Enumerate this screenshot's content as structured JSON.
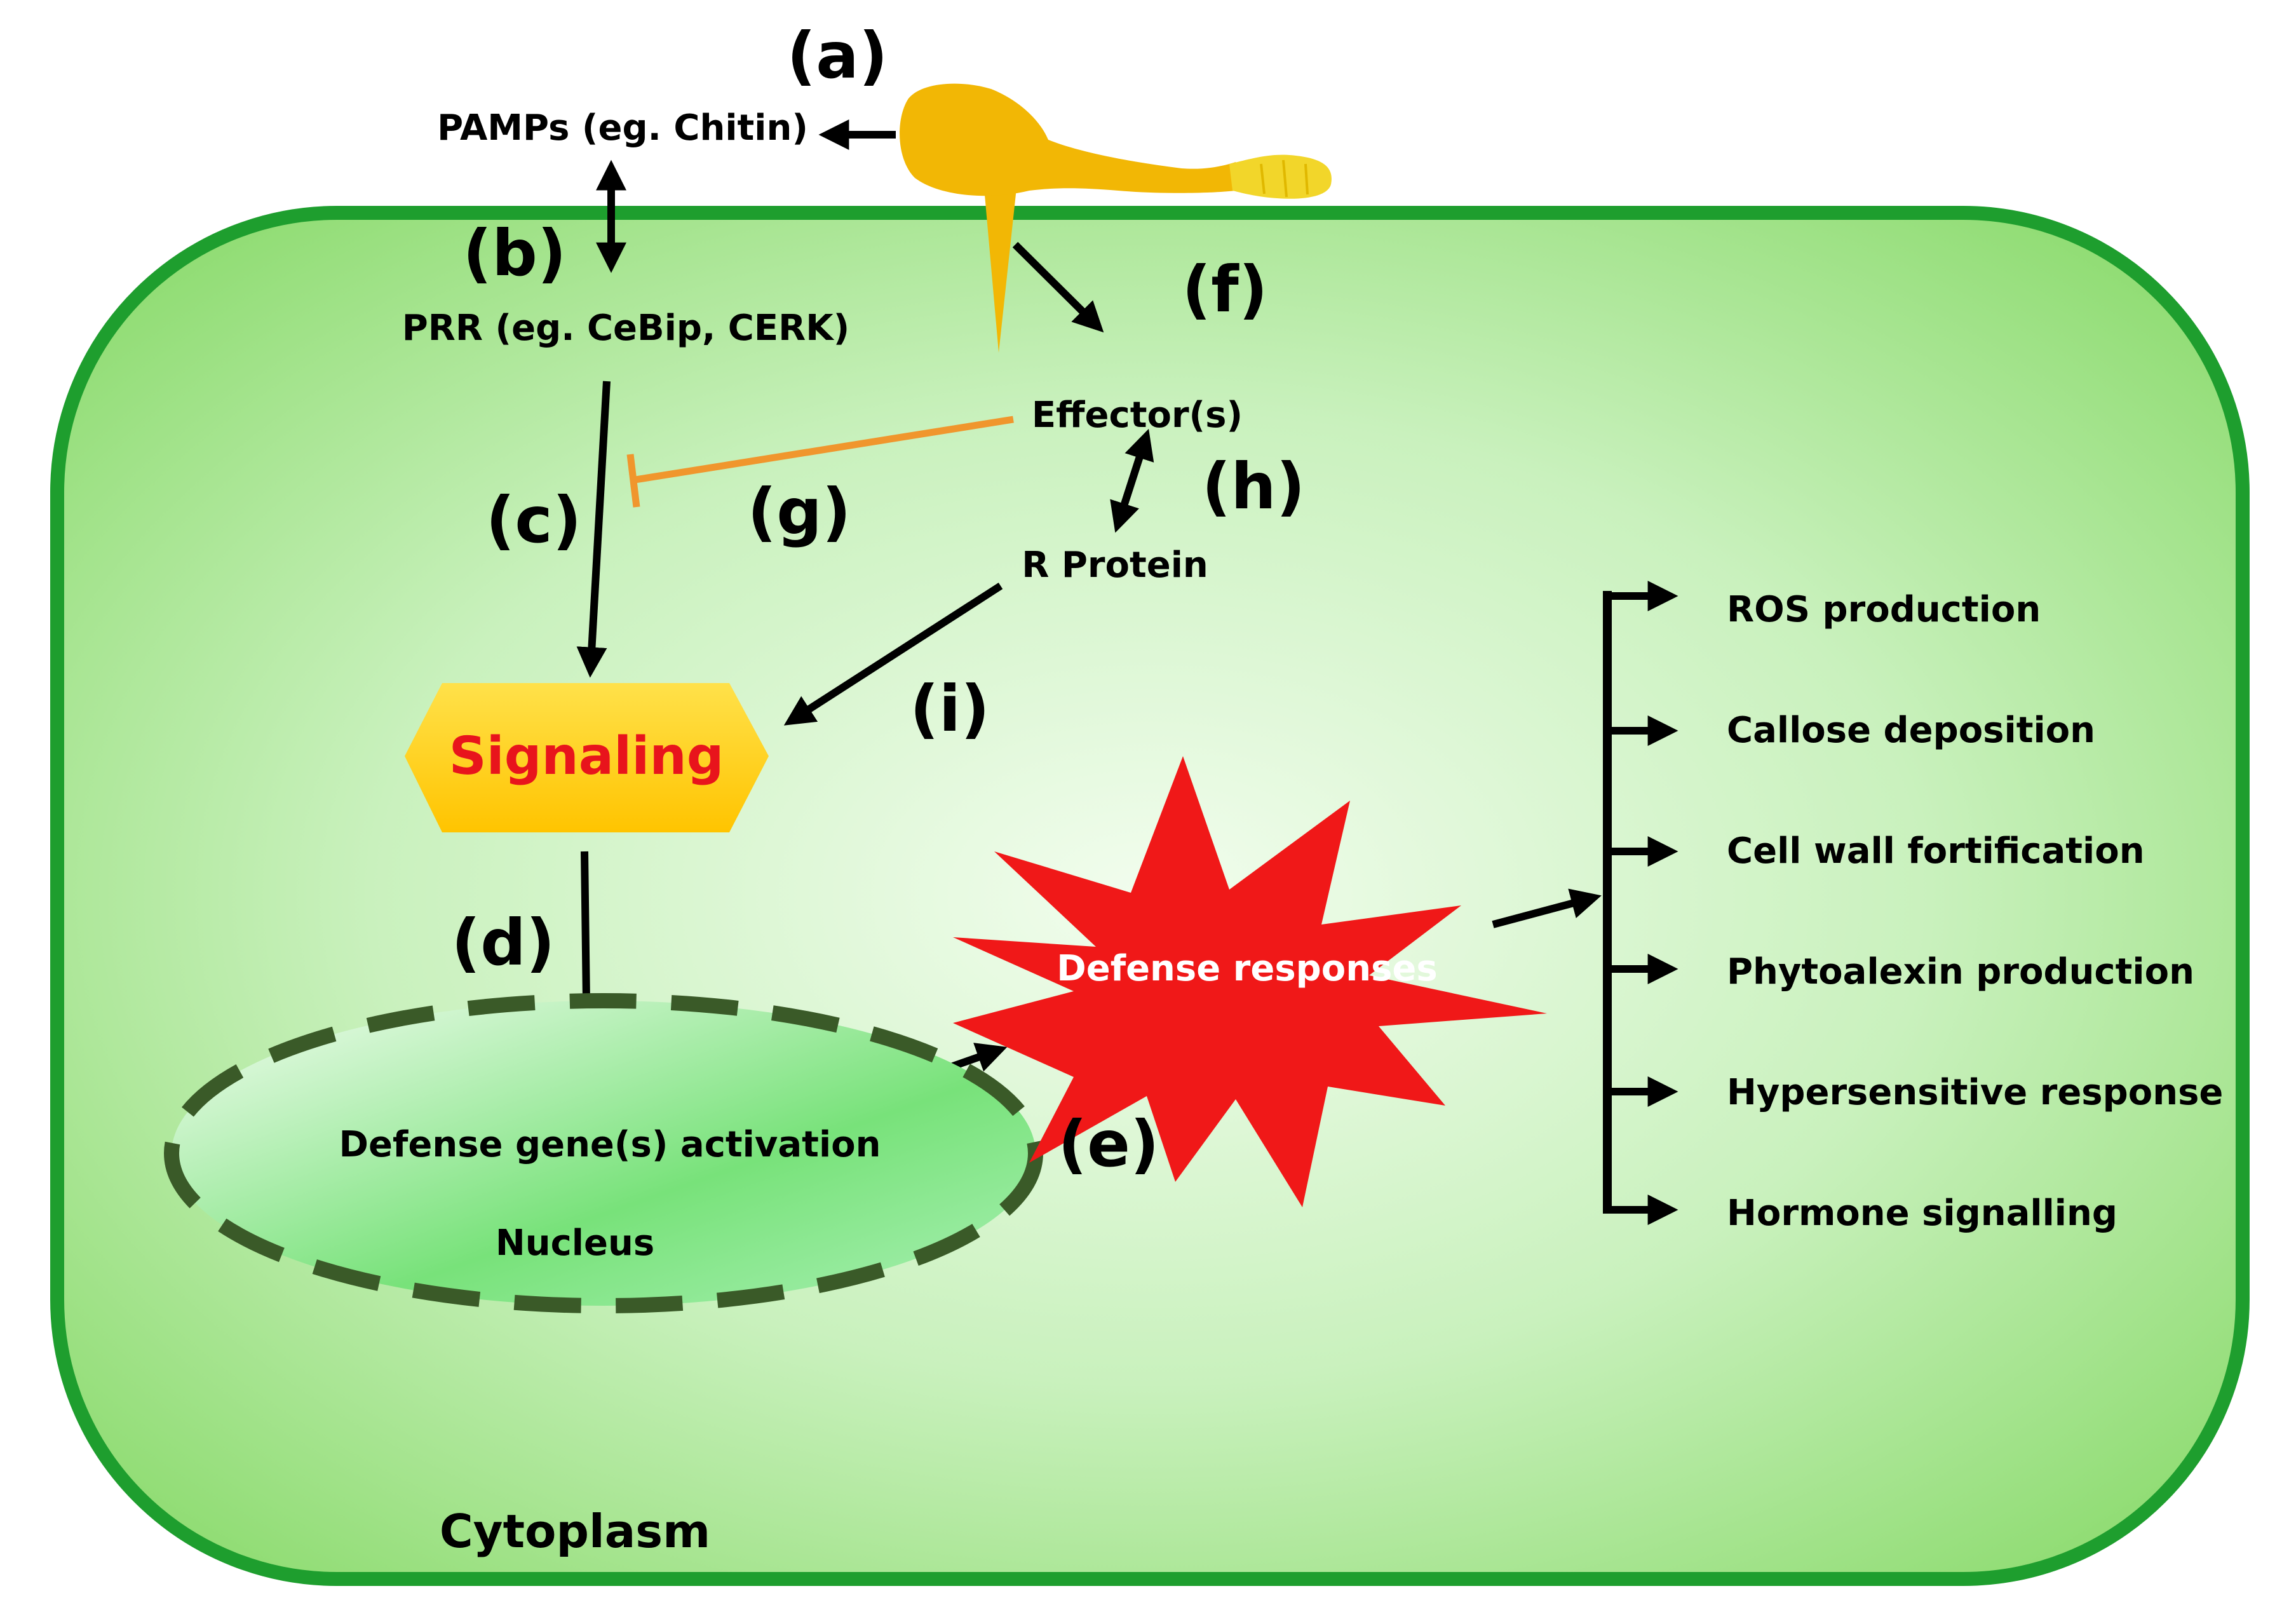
{
  "nodes": {
    "pamps": "PAMPs (eg. Chitin)",
    "prr": "PRR (eg. CeBip, CERK)",
    "effectors": "Effector(s)",
    "r_protein": "R Protein",
    "signaling": "Signaling",
    "defense_gene": "Defense gene(s) activation",
    "nucleus": "Nucleus",
    "defense_responses": "Defense responses",
    "cytoplasm": "Cytoplasm"
  },
  "step_labels": {
    "a": "(a)",
    "b": "(b)",
    "c": "(c)",
    "d": "(d)",
    "e": "(e)",
    "f": "(f)",
    "g": "(g)",
    "h": "(h)",
    "i": "(i)"
  },
  "responses": [
    "ROS production",
    "Callose deposition",
    "Cell wall fortification",
    "Phytoalexin production",
    "Hypersensitive response",
    "Hormone signalling"
  ],
  "colors": {
    "cell_border": "#1e9e2e",
    "cell_fill_center": "#eefde9",
    "cell_fill_edge": "#8fdc72",
    "nucleus_border": "#3a5a28",
    "pathogen": "#f2b705",
    "signaling_fill": "#ffd700",
    "signaling_text": "#e8141c",
    "burst": "#f01818",
    "inhibition": "#f0962d",
    "arrow": "#000000"
  }
}
